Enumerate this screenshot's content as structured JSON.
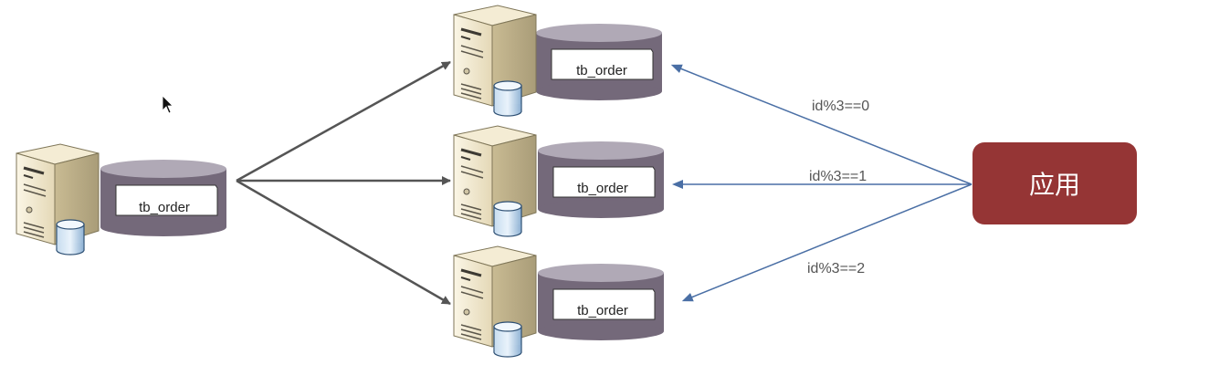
{
  "diagram": {
    "source_node": {
      "table_label": "tb_order"
    },
    "shard_nodes": [
      {
        "table_label": "tb_order"
      },
      {
        "table_label": "tb_order"
      },
      {
        "table_label": "tb_order"
      }
    ],
    "routing_rules": [
      {
        "label": "id%3==0"
      },
      {
        "label": "id%3==1"
      },
      {
        "label": "id%3==2"
      }
    ],
    "app_box": {
      "label": "应用"
    }
  },
  "colors": {
    "gray_arrow": "#555555",
    "blue_arrow": "#4a6fa5",
    "app_fill": "#953535",
    "db_dark": "#74697a",
    "db_top": "#b0a9b6",
    "server_beige": "#e9dfc4",
    "server_light": "#fbf6e6",
    "server_shadow": "#a99c78",
    "rule_text": "#555555"
  },
  "icons": [
    "server-icon",
    "database-cylinder-icon",
    "cursor-icon"
  ]
}
